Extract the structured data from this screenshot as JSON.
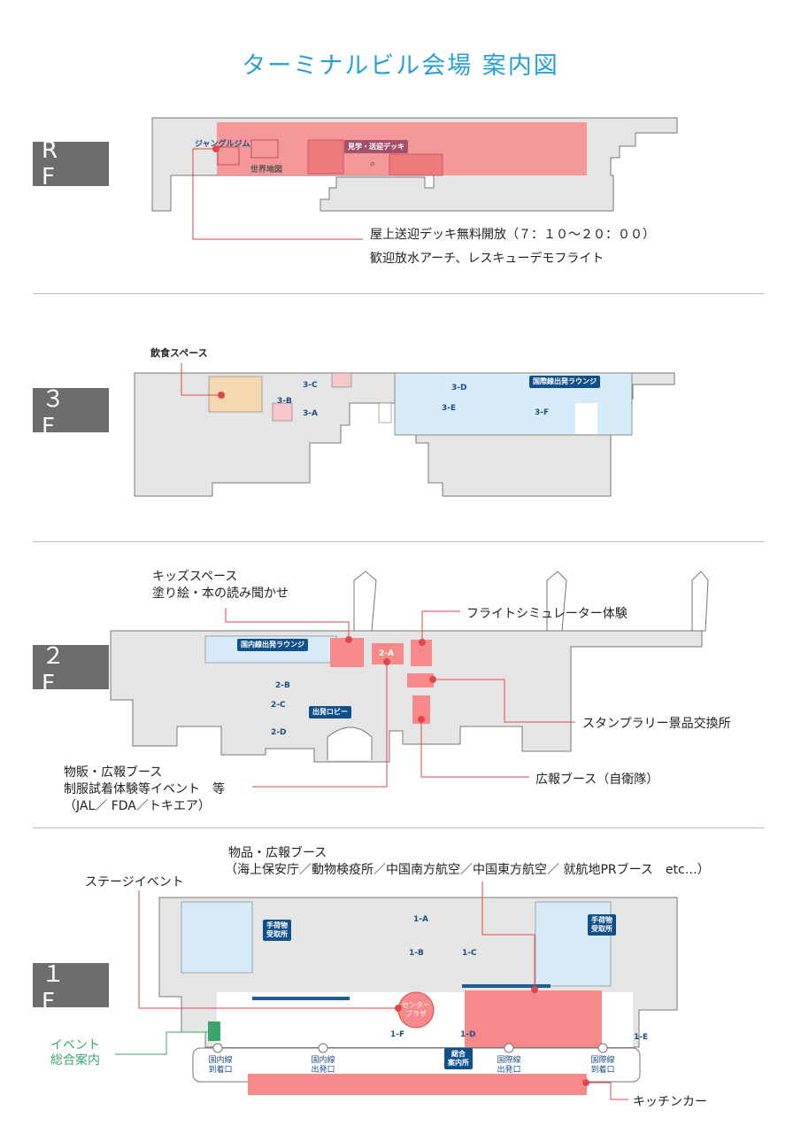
{
  "title": "ターミナルビル会場 案内図",
  "floors": {
    "rf": {
      "tag": "R F",
      "labels": {
        "jungle_gym": "ジャングルジム",
        "world_map": "世界地図",
        "deck": "見学・送迎デッキ"
      },
      "notes": [
        "屋上送迎デッキ無料開放（７：１０～２０：００）",
        "歓迎放水アーチ、レスキューデモフライト"
      ]
    },
    "f3": {
      "tag": "３ F",
      "note": "飲食スペース",
      "labels": {
        "intl_lounge": "国際線出発ラウンジ",
        "r3a": "3-A",
        "r3b": "3-B",
        "r3c": "3-C",
        "r3d": "3-D",
        "r3e": "3-E",
        "r3f": "3-F"
      }
    },
    "f2": {
      "tag": "２ F",
      "notes": {
        "kids": [
          "キッズスペース",
          "塗り絵・本の読み聞かせ"
        ],
        "flight_sim": "フライトシミュレーター体験",
        "stamp_rally": "スタンプラリー景品交換所",
        "pr_booth": "広報ブース（自衛隊）",
        "merch": [
          "物販・広報ブース",
          "制服試着体験等イベント　等",
          "（JAL／ FDA／トキエア）"
        ]
      },
      "labels": {
        "dom_lounge": "国内線出発ラウンジ",
        "departure_lobby": "出発ロビー",
        "r2a": "2-A",
        "r2b": "2-B",
        "r2c": "2-C",
        "r2d": "2-D"
      }
    },
    "f1": {
      "tag": "１ F",
      "notes": {
        "goods": [
          "物品・広報ブース",
          "（海上保安庁／動物検疫所／中国南方航空／中国東方航空／ 就航地PRブース　etc…）"
        ],
        "stage": "ステージイベント",
        "event_info": [
          "イベント",
          "総合案内"
        ],
        "kitchen": "キッチンカー"
      },
      "labels": {
        "baggage_left": "手荷物\n受取所",
        "baggage_right": "手荷物\n受取所",
        "center_plaza": "センター\nプラザ",
        "info_desk": "総合\n案内所",
        "r1a": "1-A",
        "r1b": "1-B",
        "r1c": "1-C",
        "r1d": "1-D",
        "r1e": "1-E",
        "r1f": "1-F"
      },
      "gates": [
        "国内線\n到着口",
        "国内線\n出発口",
        "国際線\n出発口",
        "国際線\n到着口"
      ]
    }
  },
  "colors": {
    "title": "#2a9fd6",
    "highlight": "#f7898b",
    "lounge": "#d6ebf7",
    "navy": "#0f4f8a",
    "green": "#3aa56b",
    "leader": "#e0474c"
  }
}
